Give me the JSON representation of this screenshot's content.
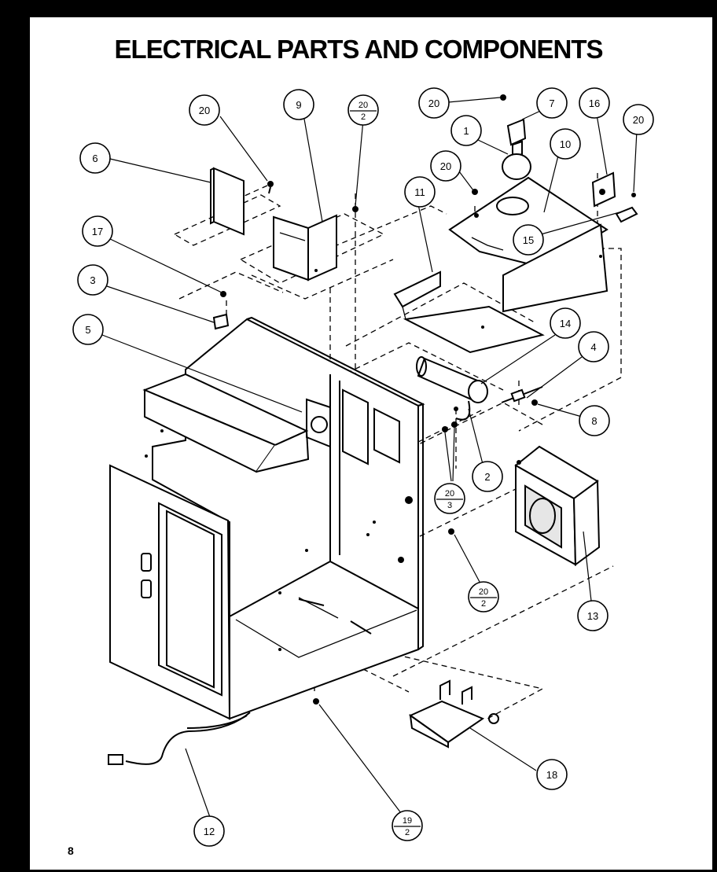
{
  "title": "ELECTRICAL PARTS AND COMPONENTS",
  "page_number": "8",
  "callouts": [
    {
      "id": "c20a",
      "label": "20"
    },
    {
      "id": "c9",
      "label": "9"
    },
    {
      "id": "c20over2a",
      "num": "20",
      "den": "2"
    },
    {
      "id": "c20b",
      "label": "20"
    },
    {
      "id": "c7",
      "label": "7"
    },
    {
      "id": "c16",
      "label": "16"
    },
    {
      "id": "c20c",
      "label": "20"
    },
    {
      "id": "c6",
      "label": "6"
    },
    {
      "id": "c1",
      "label": "1"
    },
    {
      "id": "c10",
      "label": "10"
    },
    {
      "id": "c20d",
      "label": "20"
    },
    {
      "id": "c11",
      "label": "11"
    },
    {
      "id": "c17",
      "label": "17"
    },
    {
      "id": "c15",
      "label": "15"
    },
    {
      "id": "c3",
      "label": "3"
    },
    {
      "id": "c5",
      "label": "5"
    },
    {
      "id": "c14",
      "label": "14"
    },
    {
      "id": "c4",
      "label": "4"
    },
    {
      "id": "c8",
      "label": "8"
    },
    {
      "id": "c2",
      "label": "2"
    },
    {
      "id": "c20over3",
      "num": "20",
      "den": "3"
    },
    {
      "id": "c20over2b",
      "num": "20",
      "den": "2"
    },
    {
      "id": "c13",
      "label": "13"
    },
    {
      "id": "c18",
      "label": "18"
    },
    {
      "id": "c12",
      "label": "12"
    },
    {
      "id": "c19over2",
      "num": "19",
      "den": "2"
    }
  ]
}
